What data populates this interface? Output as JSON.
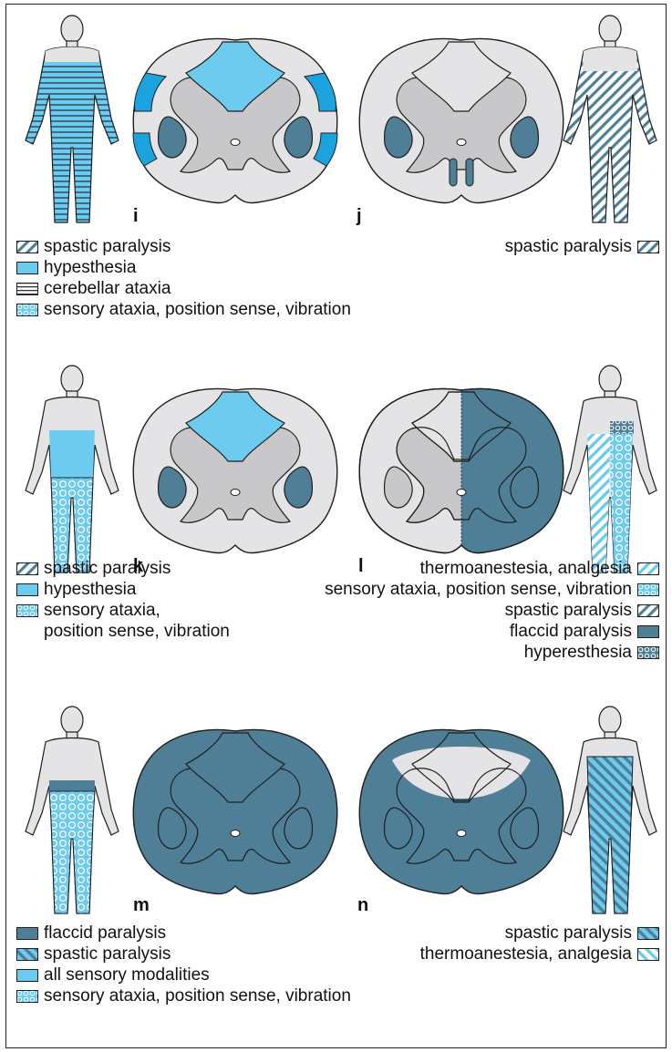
{
  "panels": {
    "i": {
      "letter": "i"
    },
    "j": {
      "letter": "j"
    },
    "k": {
      "letter": "k"
    },
    "l": {
      "letter": "l"
    },
    "m": {
      "letter": "m"
    },
    "n": {
      "letter": "n"
    }
  },
  "legend_i": [
    {
      "label": "spastic paralysis",
      "swatch": "spastic-hatch"
    },
    {
      "label": "hypesthesia",
      "swatch": "solid-light"
    },
    {
      "label": "cerebellar ataxia",
      "swatch": "horizontal-lines"
    },
    {
      "label": "sensory ataxia, position sense, vibration",
      "swatch": "circles"
    }
  ],
  "legend_j": [
    {
      "label": "spastic paralysis",
      "swatch": "spastic-hatch"
    }
  ],
  "legend_k": [
    {
      "label": "spastic paralysis",
      "swatch": "spastic-hatch"
    },
    {
      "label": "hypesthesia",
      "swatch": "solid-light"
    },
    {
      "label": "sensory ataxia,",
      "label2": "position sense, vibration",
      "swatch": "circles"
    }
  ],
  "legend_l": [
    {
      "label": "thermoanestesia, analgesia",
      "swatch": "light-hatch"
    },
    {
      "label": "sensory ataxia, position sense, vibration",
      "swatch": "circles"
    },
    {
      "label": "spastic paralysis",
      "swatch": "spastic-hatch"
    },
    {
      "label": "flaccid paralysis",
      "swatch": "solid-dark"
    },
    {
      "label": "hyperesthesia",
      "swatch": "dark-circles"
    }
  ],
  "legend_m": [
    {
      "label": "flaccid paralysis",
      "swatch": "solid-dark"
    },
    {
      "label": "spastic paralysis",
      "swatch": "back-hatch"
    },
    {
      "label": "all sensory modalities",
      "swatch": "solid-light"
    },
    {
      "label": "sensory ataxia, position sense, vibration",
      "swatch": "circles"
    }
  ],
  "legend_n": [
    {
      "label": "spastic paralysis",
      "swatch": "back-hatch"
    },
    {
      "label": "thermoanestesia, analgesia",
      "swatch": "light-back-hatch"
    }
  ],
  "colors": {
    "light_blue": "#6ccbef",
    "dark_teal": "#4e7f96",
    "cord_gray": "#e4e4e6",
    "gray_matter": "#c8c8cb",
    "bright_blue": "#1aa3df",
    "outline": "#1e1e1e"
  }
}
